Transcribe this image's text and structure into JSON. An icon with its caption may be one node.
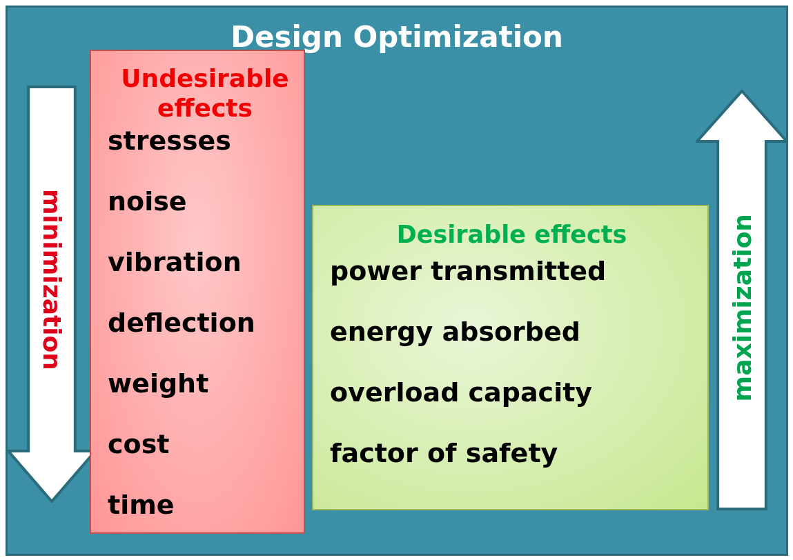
{
  "diagram": {
    "nodes": [
      {
        "text": [
          "Design Optimization"
        ]
      },
      {
        "text": [
          "minimization"
        ],
        "in": 0
      },
      {
        "text": [
          "Undesirable effects",
          "stresses",
          "noise",
          "vibration",
          "deflection",
          "weight",
          "cost",
          "time"
        ],
        "in": 0
      },
      {
        "text": [
          "Desirable effects",
          "power transmitted",
          "energy absorbed",
          "overload capacity",
          "factor of safety"
        ],
        "in": 0
      },
      {
        "text": [
          "maximization"
        ],
        "in": 0
      }
    ]
  }
}
